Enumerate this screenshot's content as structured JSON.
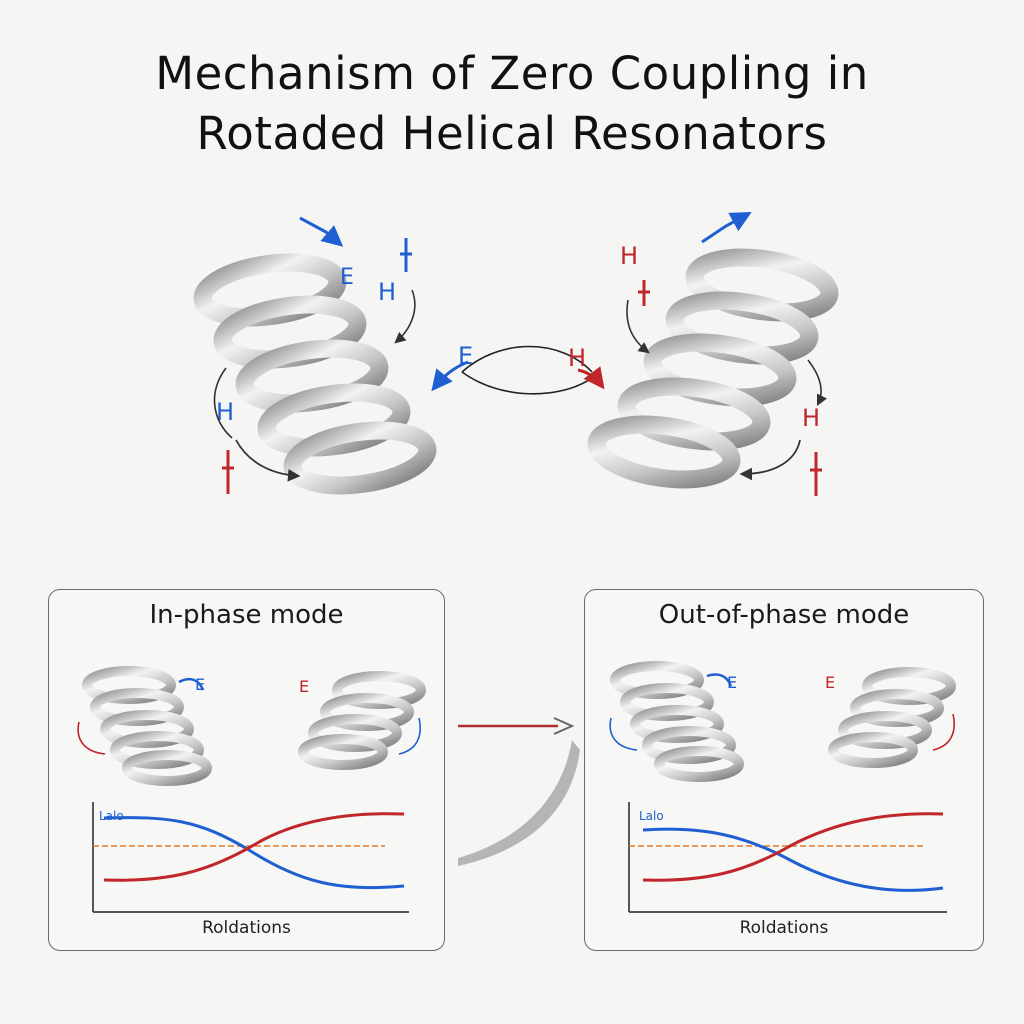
{
  "title": {
    "line1": "Mechanism of Zero Coupling in",
    "line2": "Rotaded Helical Resonators"
  },
  "field_labels": {
    "electric": "E",
    "magnetic": "H"
  },
  "panels": [
    {
      "title": "In-phase mode",
      "xlabel": "Roldations",
      "ylabel": "Lalo",
      "left_label": "E",
      "right_label": "E"
    },
    {
      "title": "Out-of-phase mode",
      "xlabel": "Roldations",
      "ylabel": "Lalo",
      "left_label": "E",
      "right_label": "E"
    }
  ],
  "colors": {
    "blue": "#1f5fd1",
    "red": "#c0262a",
    "orange_dashed": "#e07b2a",
    "coil": "#b9b9b9"
  },
  "icons": {
    "transition_arrow": "arrow-right-icon",
    "curved_arrow": "curved-arrow-icon"
  }
}
